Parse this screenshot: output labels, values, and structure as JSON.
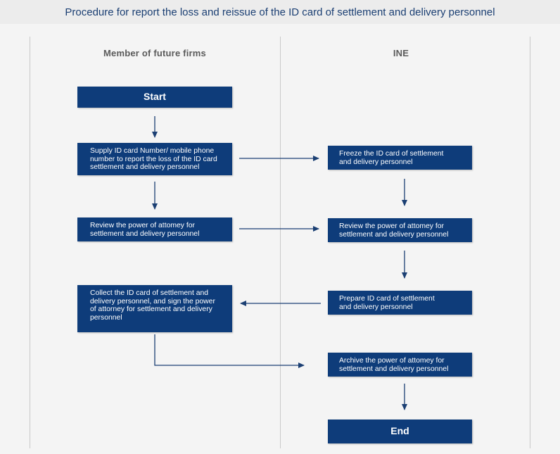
{
  "title": "Procedure for report the loss and reissue of the ID card of settlement and delivery personnel",
  "lanes": {
    "left": "Member of future firms",
    "right": "INE"
  },
  "left_nodes": {
    "start": "Start",
    "supply": "Supply ID card Number/ mobile phone\nnumber to report the loss of the ID card\nsettlement and delivery personnel",
    "review": "Review the power of attomey for\nsettlement and delivery personnel",
    "collect": "Collect the ID card of settlement and\ndelivery personnel, and sign the power\nof attorney for settlement and delivery\npersonnel"
  },
  "right_nodes": {
    "freeze": "Freeze the ID card of settlement\nand delivery personnel",
    "review": "Review the power of attomey for\nsettlement and delivery personnel",
    "prepare": "Prepare ID card of settlement\nand delivery personnel",
    "archive": "Archive the power of attomey for\nsettlement and delivery personnel",
    "end": "End"
  },
  "colors": {
    "box": "#0e3c7a",
    "arrow": "#1b3f73",
    "title_text": "#1b3f73"
  }
}
